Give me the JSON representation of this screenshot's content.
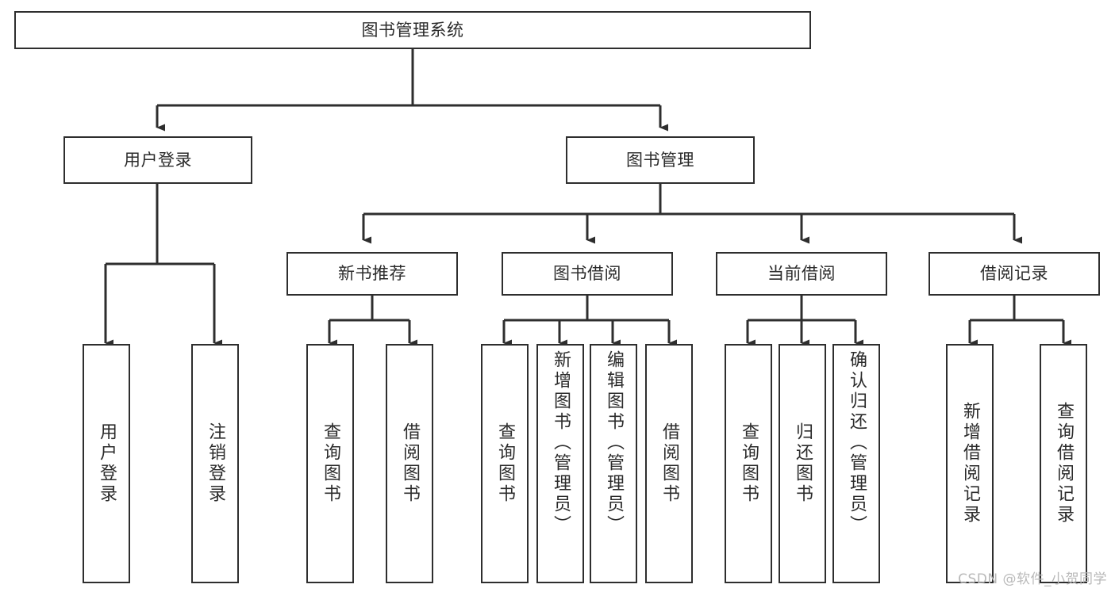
{
  "diagram": {
    "title": "图书管理系统",
    "watermark": "CSDN @软件_小贺同学",
    "colors": {
      "background": "#ffffff",
      "box_border": "#2e2e2e",
      "connector": "#2e2e2e",
      "text": "#2b2b2b",
      "watermark": "#b9b9b9"
    },
    "root": {
      "label": "图书管理系统"
    },
    "level1": [
      {
        "label": "用户登录"
      },
      {
        "label": "图书管理"
      }
    ],
    "level2": [
      {
        "label": "新书推荐"
      },
      {
        "label": "图书借阅"
      },
      {
        "label": "当前借阅"
      },
      {
        "label": "借阅记录"
      }
    ],
    "leaves": {
      "user_login": [
        {
          "label": "用户登录"
        },
        {
          "label": "注销登录"
        }
      ],
      "new_book_recommend": [
        {
          "label": "查询图书"
        },
        {
          "label": "借阅图书"
        }
      ],
      "book_borrow": [
        {
          "label": "查询图书"
        },
        {
          "label": "新增图书（管理员）"
        },
        {
          "label": "编辑图书（管理员）"
        },
        {
          "label": "借阅图书"
        }
      ],
      "current_borrow": [
        {
          "label": "查询图书"
        },
        {
          "label": "归还图书"
        },
        {
          "label": "确认归还（管理员）"
        }
      ],
      "borrow_record": [
        {
          "label": "新增借阅记录"
        },
        {
          "label": "查询借阅记录"
        }
      ]
    }
  }
}
